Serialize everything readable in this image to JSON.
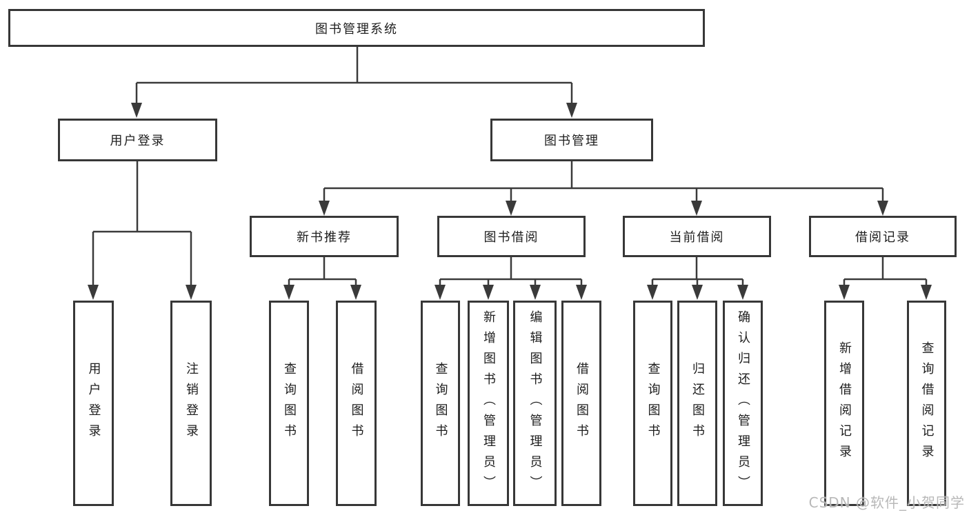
{
  "diagram": {
    "type": "tree",
    "root": {
      "label": "图书管理系统",
      "children": [
        {
          "label": "用户登录",
          "children": [
            {
              "label": "用户登录"
            },
            {
              "label": "注销登录"
            }
          ]
        },
        {
          "label": "图书管理",
          "children": [
            {
              "label": "新书推荐",
              "children": [
                {
                  "label": "查询图书"
                },
                {
                  "label": "借阅图书"
                }
              ]
            },
            {
              "label": "图书借阅",
              "children": [
                {
                  "label": "查询图书"
                },
                {
                  "label": "新增图书（管理员）"
                },
                {
                  "label": "编辑图书（管理员）"
                },
                {
                  "label": "借阅图书"
                }
              ]
            },
            {
              "label": "当前借阅",
              "children": [
                {
                  "label": "查询图书"
                },
                {
                  "label": "归还图书"
                },
                {
                  "label": "确认归还（管理员）"
                }
              ]
            },
            {
              "label": "借阅记录",
              "children": [
                {
                  "label": "新增借阅记录"
                },
                {
                  "label": "查询借阅记录"
                }
              ]
            }
          ]
        }
      ]
    }
  },
  "colors": {
    "line": "#3a3a3a",
    "box_border": "#373737",
    "box_fill": "#ffffff",
    "text": "#1d1d1d",
    "watermark": "#b2b2b2",
    "background": "#ffffff"
  },
  "watermark": {
    "text": "CSDN @软件_小贺同学"
  }
}
